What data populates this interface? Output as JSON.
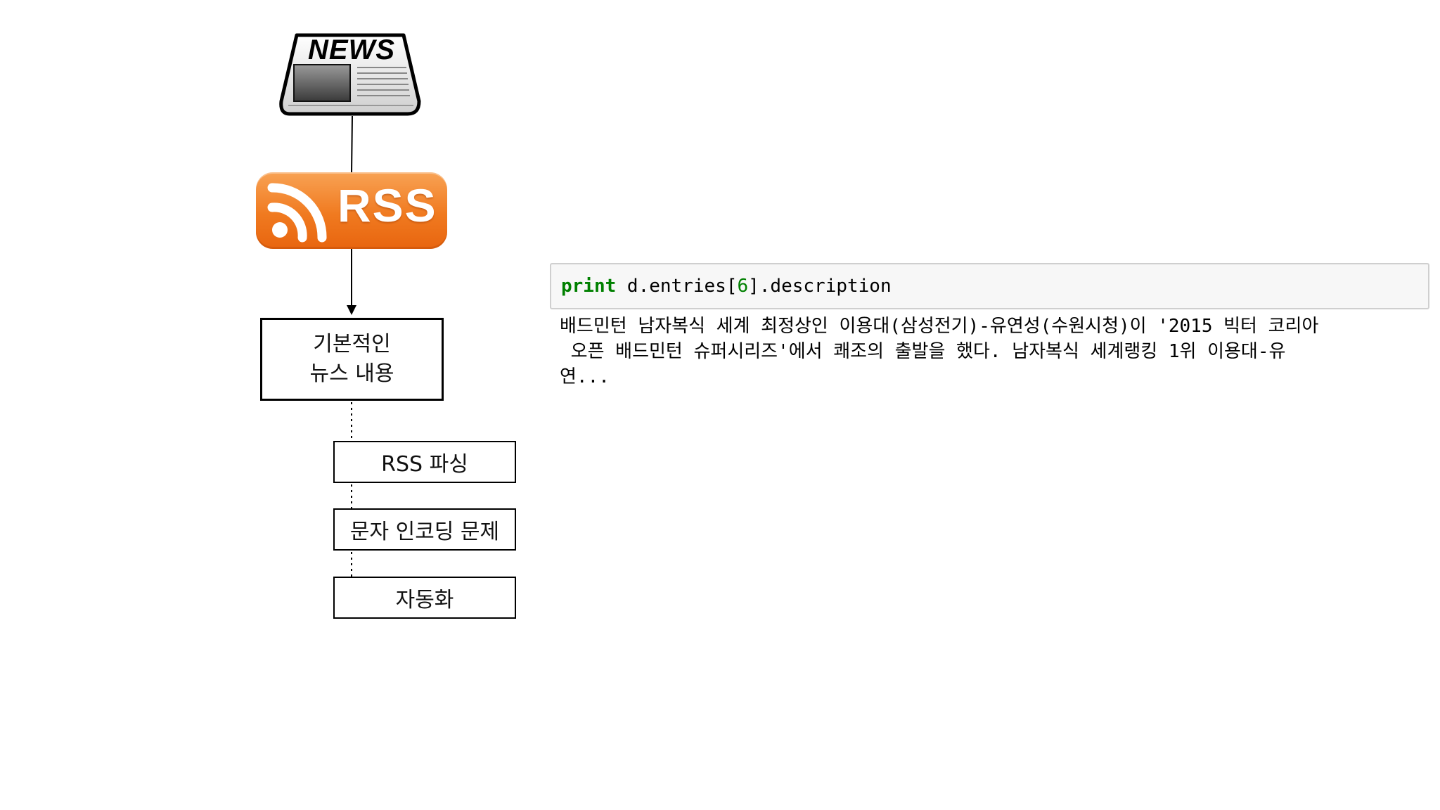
{
  "news_icon": {
    "label": "NEWS"
  },
  "rss_badge": {
    "label": "RSS",
    "color": "#f07a20"
  },
  "boxes": {
    "main": {
      "line1": "기본적인",
      "line2": "뉴스 내용"
    },
    "parse": "RSS 파싱",
    "encoding": "문자 인코딩 문제",
    "automation": "자동화"
  },
  "code": {
    "keyword": "print",
    "expr_before": " d.entries[",
    "index": "6",
    "expr_after": "].description",
    "keyword_color": "#008000"
  },
  "output": {
    "line1": "배드민턴 남자복식 세계 최정상인 이용대(삼성전기)-유연성(수원시청)이 '2015 빅터 코리아",
    "line2": " 오픈 배드민턴 슈퍼시리즈'에서 쾌조의 출발을 했다. 남자복식 세계랭킹 1위 이용대-유",
    "line3": "연..."
  }
}
